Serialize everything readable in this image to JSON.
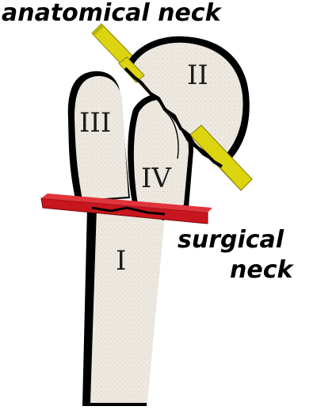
{
  "labels": {
    "anatomical_neck": "anatomical neck",
    "surgical_neck_line1": "surgical",
    "surgical_neck_line2": "neck"
  },
  "segments": {
    "I": "I",
    "II": "II",
    "III": "III",
    "IV": "IV"
  },
  "colors": {
    "bone_fill": "#ede8e0",
    "outline": "#000000",
    "anatomical_plane": "#ddd410",
    "surgical_plane": "#c8161e",
    "background": "#ffffff"
  }
}
